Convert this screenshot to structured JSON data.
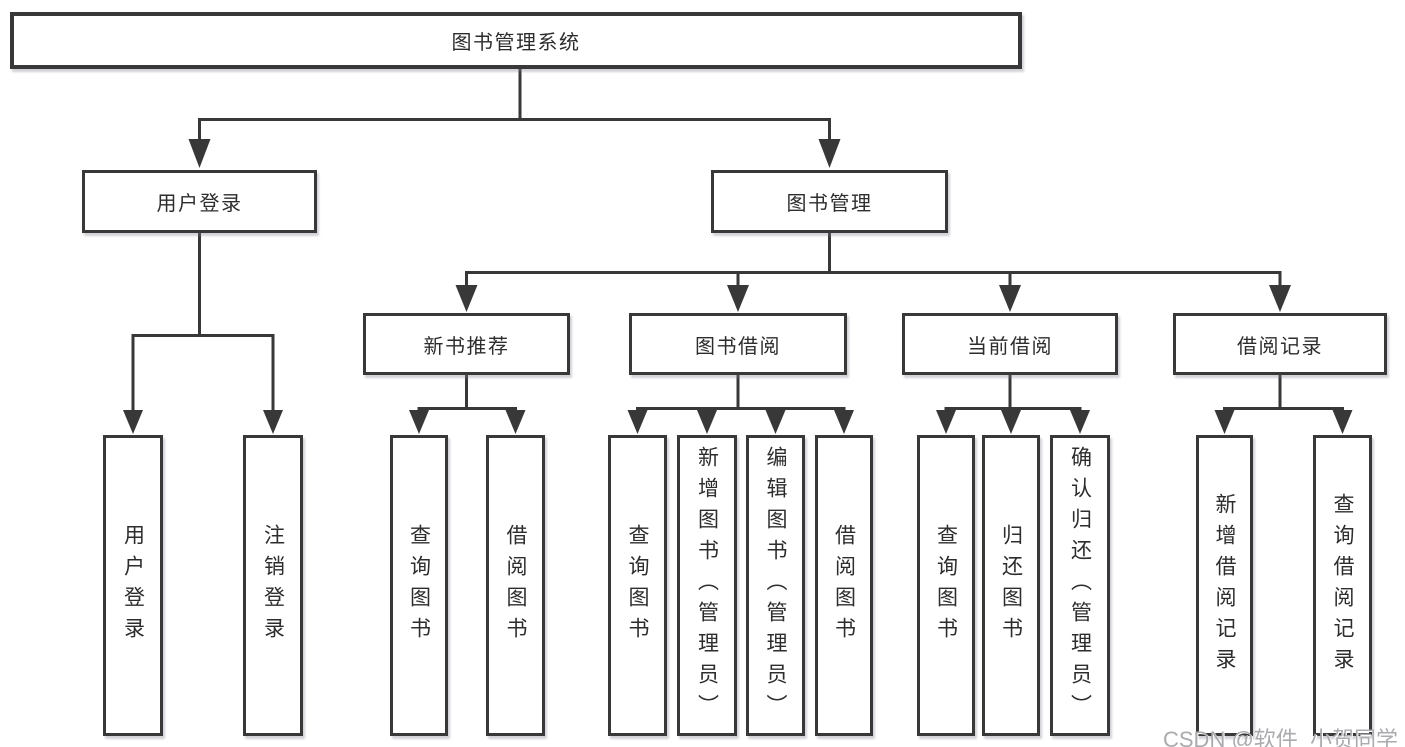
{
  "diagram": {
    "root": {
      "label": "图书管理系统"
    },
    "branches": [
      {
        "label": "用户登录",
        "children": [
          {
            "label": "用户登录"
          },
          {
            "label": "注销登录"
          }
        ]
      },
      {
        "label": "图书管理",
        "children": [
          {
            "label": "新书推荐",
            "children": [
              {
                "label": "查询图书"
              },
              {
                "label": "借阅图书"
              }
            ]
          },
          {
            "label": "图书借阅",
            "children": [
              {
                "label": "查询图书"
              },
              {
                "label": "新增图书（管理员）"
              },
              {
                "label": "编辑图书（管理员）"
              },
              {
                "label": "借阅图书"
              }
            ]
          },
          {
            "label": "当前借阅",
            "children": [
              {
                "label": "查询图书"
              },
              {
                "label": "归还图书"
              },
              {
                "label": "确认归还（管理员）"
              }
            ]
          },
          {
            "label": "借阅记录",
            "children": [
              {
                "label": "新增借阅记录"
              },
              {
                "label": "查询借阅记录"
              }
            ]
          }
        ]
      }
    ]
  },
  "watermark": {
    "text": "CSDN @软件_小贺同学"
  },
  "colors": {
    "line": "#383838",
    "box_border": "#383838",
    "text": "#2d2d2d",
    "watermark": "#ababaf",
    "background": "#ffffff"
  }
}
